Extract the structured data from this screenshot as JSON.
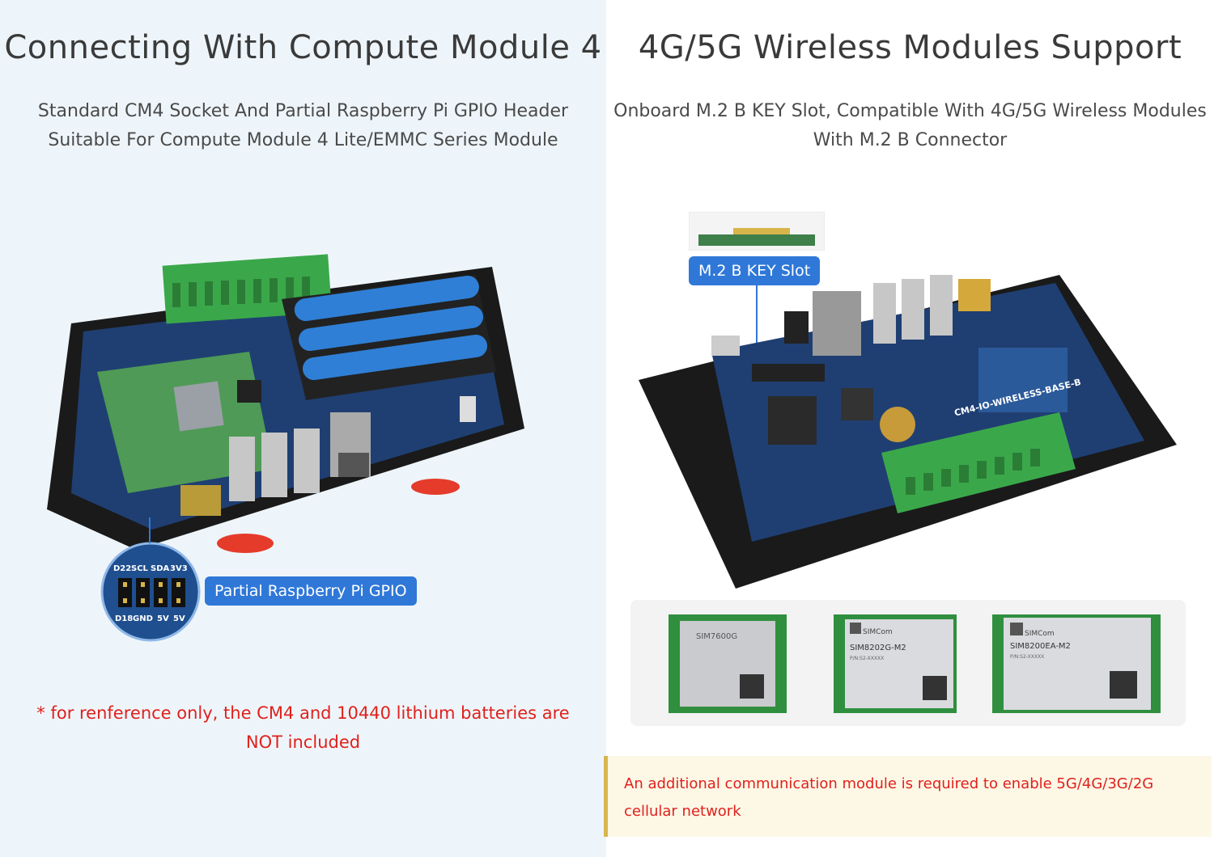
{
  "left": {
    "title": "Connecting With Compute Module 4",
    "subtitle_line1": "Standard CM4 Socket And Partial Raspberry Pi GPIO Header",
    "subtitle_line2": "Suitable For Compute Module 4 Lite/EMMC Series Module",
    "callout": "Partial Raspberry Pi GPIO",
    "gpio_top": [
      "D22",
      "SCL",
      "SDA",
      "3V3"
    ],
    "gpio_bottom": [
      "D18",
      "GND",
      "5V",
      "5V"
    ],
    "note": "* for renference only, the CM4 and 10440 lithium batteries are NOT included"
  },
  "right": {
    "title": "4G/5G Wireless Modules Support",
    "subtitle_line1": "Onboard M.2 B KEY Slot, Compatible With 4G/5G Wireless Modules",
    "subtitle_line2": "With M.2 B Connector",
    "callout": "M.2 B KEY Slot",
    "board_label": "CM4-IO-WIRELESS-BASE-B",
    "modules": [
      {
        "name": "SIM7600G"
      },
      {
        "name": "SIM8202G-M2",
        "pn": "P/N:S2-XXXXX",
        "brand": "SIMCom"
      },
      {
        "name": "SIM8200EA-M2",
        "pn": "P/N:S2-XXXXX",
        "brand": "SIMCom"
      }
    ],
    "warning": "An additional communication module is required to enable 5G/4G/3G/2G cellular network"
  },
  "colors": {
    "accent": "#2f78d8",
    "warning_text": "#e0211c",
    "board": "#1d4f8f",
    "terminal": "#2ea04a"
  }
}
